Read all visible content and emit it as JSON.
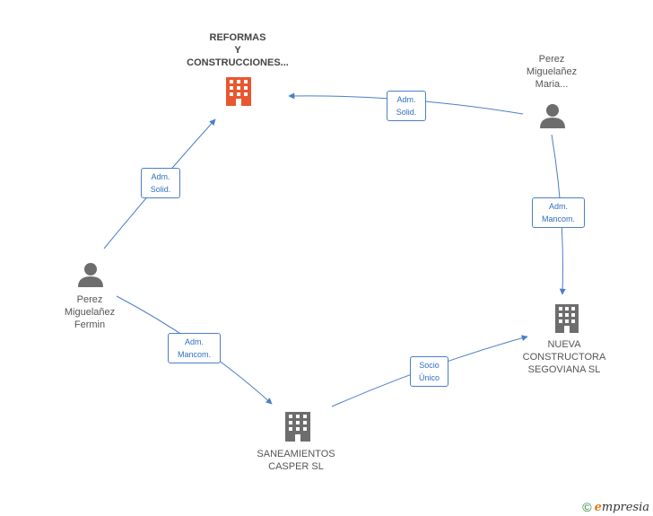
{
  "nodes": {
    "reformas": {
      "label": "REFORMAS\nY\nCONSTRUCCIONES...",
      "type": "company",
      "color": "#e8572f"
    },
    "perez_maria": {
      "label": "Perez\nMiguelañez\nMaria...",
      "type": "person",
      "color": "#6d6d6d"
    },
    "perez_fermin": {
      "label": "Perez\nMiguelañez\nFermin",
      "type": "person",
      "color": "#6d6d6d"
    },
    "nueva": {
      "label": "NUEVA\nCONSTRUCTORA\nSEGOVIANA  SL",
      "type": "company",
      "color": "#6d6d6d"
    },
    "saneamientos": {
      "label": "SANEAMIENTOS\nCASPER SL",
      "type": "company",
      "color": "#6d6d6d"
    }
  },
  "edges": [
    {
      "label": "Adm.\nSolid.",
      "from": "perez_maria",
      "to": "reformas"
    },
    {
      "label": "Adm.\nSolid.",
      "from": "perez_fermin",
      "to": "reformas"
    },
    {
      "label": "Adm.\nMancom.",
      "from": "perez_maria",
      "to": "nueva"
    },
    {
      "label": "Adm.\nMancom.",
      "from": "perez_fermin",
      "to": "saneamientos"
    },
    {
      "label": "Socio\nÚnico",
      "from": "saneamientos",
      "to": "nueva"
    }
  ],
  "edge_color": "#4a7fc7",
  "footer": {
    "copyright": "©",
    "brand_initial": "e",
    "brand_rest": "mpresia"
  }
}
